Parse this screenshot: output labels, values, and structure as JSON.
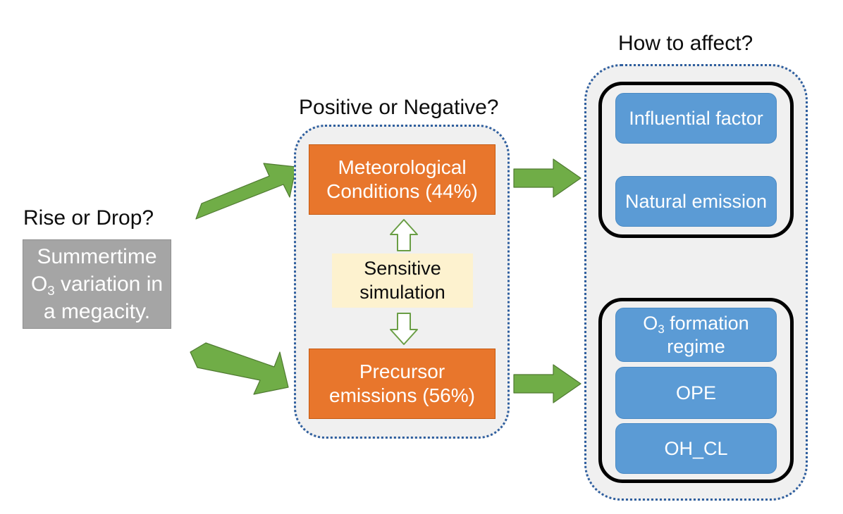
{
  "palette": {
    "green_arrow": "#70ad47",
    "green_arrow_outline": "#507e32",
    "orange": "#e8762c",
    "orange_border": "#c55a11",
    "blue": "#5b9bd5",
    "gray": "#a5a5a5",
    "cream": "#fdf2cf",
    "panel_fill": "#f0f0f0",
    "dotted_border": "#2e5e9e",
    "black_border": "#000000",
    "text_dark": "#0d0d0d",
    "text_light": "#ffffff",
    "background": "#ffffff"
  },
  "labels": {
    "left_question": "Rise or Drop?",
    "middle_question": "Positive or Negative?",
    "right_question": "How to affect?"
  },
  "source_box": {
    "line1": "Summertime",
    "line2_pre": "O",
    "line2_sub": "3",
    "line2_post": " variation in",
    "line3": "a megacity."
  },
  "middle_panel": {
    "boxes": [
      {
        "id": "meteorological-conditions",
        "line1": "Meteorological",
        "line2": "Conditions (44%)",
        "percent": 44
      },
      {
        "id": "precursor-emissions",
        "line1": "Precursor",
        "line2": "emissions (56%)",
        "percent": 56
      }
    ],
    "connector": {
      "line1": "Sensitive",
      "line2": "simulation"
    }
  },
  "right_panel": {
    "groups": [
      {
        "id": "group-upper",
        "items": [
          {
            "id": "influential-factor",
            "label": "Influential factor"
          },
          {
            "id": "natural-emission",
            "label": "Natural emission"
          }
        ]
      },
      {
        "id": "group-lower",
        "items": [
          {
            "id": "o3-formation-regime",
            "line1_pre": "O",
            "line1_sub": "3",
            "line1_post": " formation",
            "line2": "regime",
            "label": "O3 formation regime"
          },
          {
            "id": "ope",
            "label": "OPE"
          },
          {
            "id": "oh-cl",
            "label": "OH_CL"
          }
        ]
      }
    ]
  },
  "arrows": [
    {
      "id": "arrow-source-to-meteorology",
      "direction": "up-right",
      "color": "#70ad47",
      "style": "solid"
    },
    {
      "id": "arrow-source-to-precursor",
      "direction": "down-right",
      "color": "#70ad47",
      "style": "solid"
    },
    {
      "id": "arrow-meteorology-to-factors",
      "direction": "right",
      "color": "#70ad47",
      "style": "solid"
    },
    {
      "id": "arrow-precursor-to-regimes",
      "direction": "right",
      "color": "#70ad47",
      "style": "solid"
    },
    {
      "id": "arrow-simulation-up",
      "direction": "up",
      "color": "#70ad47",
      "style": "outline"
    },
    {
      "id": "arrow-simulation-down",
      "direction": "down",
      "color": "#70ad47",
      "style": "outline"
    }
  ]
}
